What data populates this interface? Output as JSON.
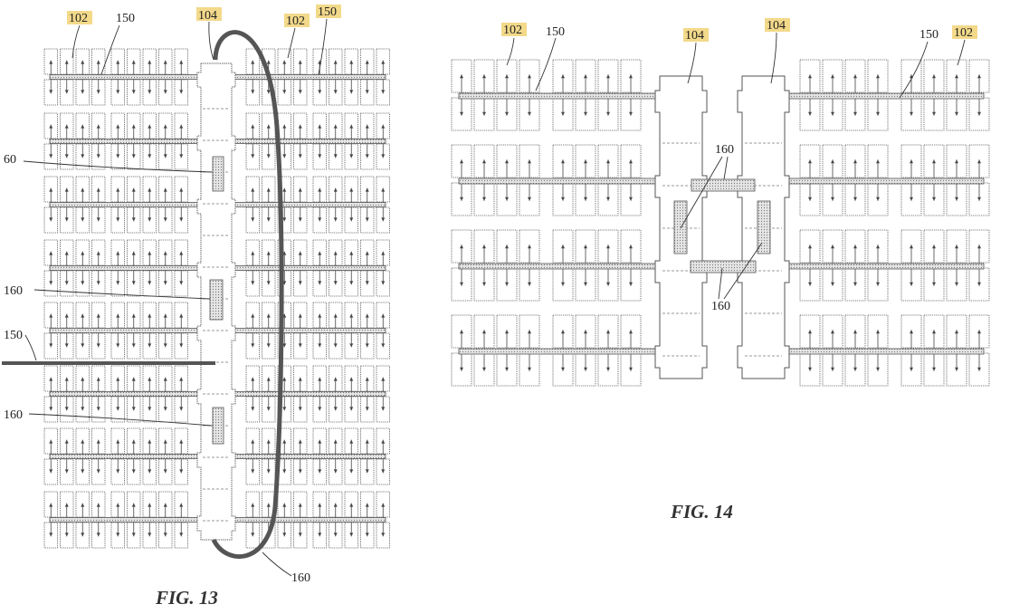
{
  "figures": [
    {
      "id": "fig13",
      "caption": "FIG. 13",
      "labels": {
        "c102a": "102",
        "c150a": "150",
        "c104": "104",
        "c102b": "102",
        "c150b": "150",
        "l60": "60",
        "l160a": "160",
        "l150": "150",
        "l160b": "160",
        "l160c": "160"
      }
    },
    {
      "id": "fig14",
      "caption": "FIG. 14",
      "labels": {
        "c102a": "102",
        "c150a": "150",
        "c104a": "104",
        "c104b": "104",
        "c150b": "150",
        "c102b": "102",
        "l160a": "160",
        "l160b": "160"
      }
    }
  ],
  "colors": {
    "line": "#555555",
    "heavy": "#555555",
    "bar_fill": "#cfcfcf",
    "highlight": "#f3d98a",
    "text": "#222222"
  }
}
